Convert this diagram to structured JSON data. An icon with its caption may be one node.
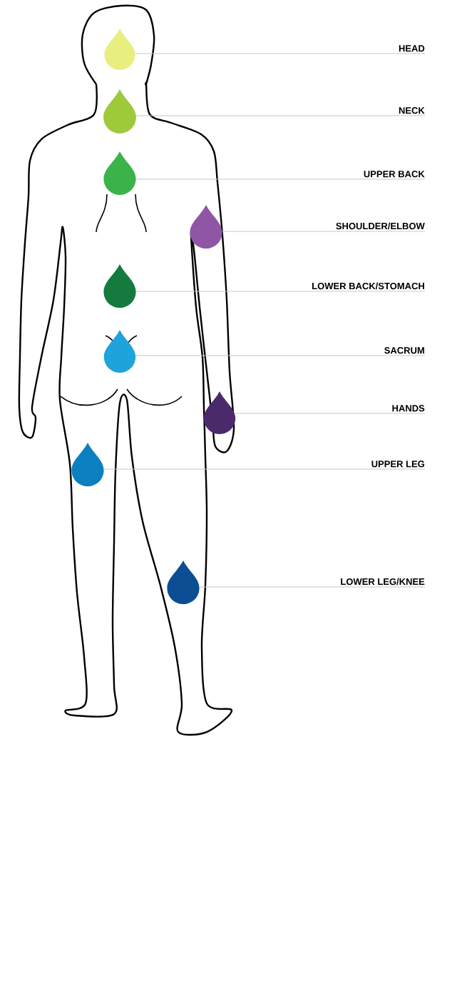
{
  "diagram": {
    "nodes": [
      {
        "text": [
          "HEAD"
        ]
      },
      {
        "text": [
          "NECK"
        ]
      },
      {
        "text": [
          "UPPER BACK"
        ]
      },
      {
        "text": [
          "SHOULDER/ELBOW"
        ]
      },
      {
        "text": [
          "LOWER BACK/STOMACH"
        ]
      },
      {
        "text": [
          "SACRUM"
        ]
      },
      {
        "text": [
          "HANDS"
        ]
      },
      {
        "text": [
          "UPPER LEG"
        ]
      },
      {
        "text": [
          "LOWER LEG/KNEE"
        ]
      },
      {
        "text": [],
        "shape": "drop"
      },
      {
        "text": [],
        "shape": "drop"
      },
      {
        "text": [],
        "shape": "drop"
      },
      {
        "text": [],
        "shape": "drop"
      },
      {
        "text": [],
        "shape": "drop"
      },
      {
        "text": [],
        "shape": "drop"
      },
      {
        "text": [],
        "shape": "drop"
      },
      {
        "text": [],
        "shape": "drop"
      },
      {
        "text": [],
        "shape": "drop"
      }
    ],
    "edges": [
      {
        "from": 0,
        "to": 9,
        "arrow": "none"
      },
      {
        "from": 1,
        "to": 10,
        "arrow": "none"
      },
      {
        "from": 2,
        "to": 11,
        "arrow": "none"
      },
      {
        "from": 3,
        "to": 12,
        "arrow": "none"
      },
      {
        "from": 4,
        "to": 13,
        "arrow": "none"
      },
      {
        "from": 5,
        "to": 14,
        "arrow": "none"
      },
      {
        "from": 6,
        "to": 15,
        "arrow": "none"
      },
      {
        "from": 7,
        "to": 16,
        "arrow": "none"
      },
      {
        "from": 8,
        "to": 17,
        "arrow": "none"
      }
    ]
  }
}
